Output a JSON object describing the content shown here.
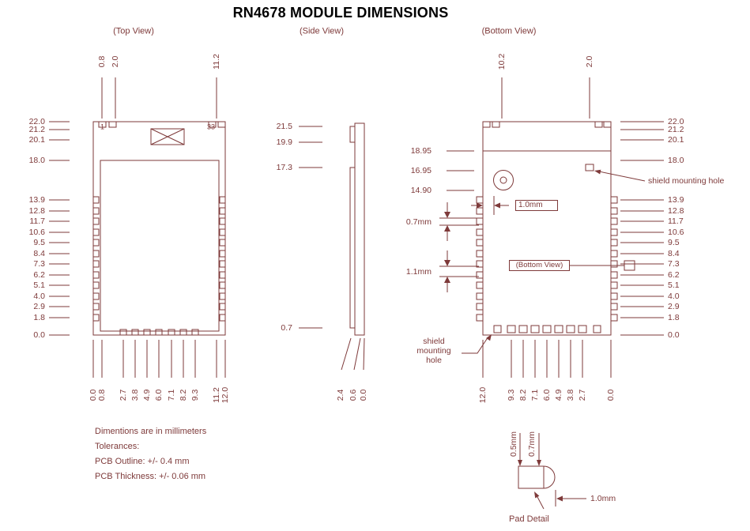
{
  "title": "RN4678 MODULE DIMENSIONS",
  "view_labels": {
    "top": "(Top View)",
    "side": "(Side View)",
    "bottom": "(Bottom View)"
  },
  "top_view": {
    "pin_first": "1",
    "pin_last": "33",
    "top_labels": [
      "0.8",
      "2.0",
      "11.2"
    ],
    "left_labels": [
      "22.0",
      "21.2",
      "20.1",
      "18.0",
      "13.9",
      "12.8",
      "11.7",
      "10.6",
      "9.5",
      "8.4",
      "7.3",
      "6.2",
      "5.1",
      "4.0",
      "2.9",
      "1.8",
      "0.0"
    ],
    "bottom_labels": [
      "0.0",
      "0.8",
      "2.7",
      "3.8",
      "4.9",
      "6.0",
      "7.1",
      "8.2",
      "9.3",
      "11.2",
      "12.0"
    ]
  },
  "side_view": {
    "left_labels": [
      "21.5",
      "19.9",
      "17.3",
      "0.7"
    ],
    "bottom_labels": [
      "2.4",
      "0.6",
      "0.0"
    ]
  },
  "bottom_view": {
    "top_labels": [
      "10.2",
      "2.0"
    ],
    "left_labels": [
      "18.95",
      "16.95",
      "14.90"
    ],
    "pin_height_dim": "0.7mm",
    "pin_pitch_dim": "1.1mm",
    "pin_width_dim": "1.0mm",
    "inner_box_label": "(Bottom View)",
    "shield_hole_right_label": "shield mounting hole",
    "shield_hole_left_lines": [
      "shield",
      "mounting",
      "hole"
    ],
    "right_labels": [
      "22.0",
      "21.2",
      "20.1",
      "18.0",
      "13.9",
      "12.8",
      "11.7",
      "10.6",
      "9.5",
      "8.4",
      "7.3",
      "6.2",
      "5.1",
      "4.0",
      "2.9",
      "1.8",
      "0.0"
    ],
    "bottom_labels": [
      "12.0",
      "9.3",
      "8.2",
      "7.1",
      "6.0",
      "4.9",
      "3.8",
      "2.7",
      "0.0"
    ]
  },
  "notes": {
    "line1": "Dimentions are in millimeters",
    "line2": "Tolerances:",
    "line3": "PCB Outline: +/- 0.4 mm",
    "line4": "PCB Thickness: +/- 0.06 mm"
  },
  "pad_detail": {
    "width_dim": "0.5mm",
    "height_dim": "0.7mm",
    "length_dim": "1.0mm",
    "caption": "Pad Detail"
  },
  "colors": {
    "ink": "#7e3a3a",
    "title": "#000000"
  }
}
